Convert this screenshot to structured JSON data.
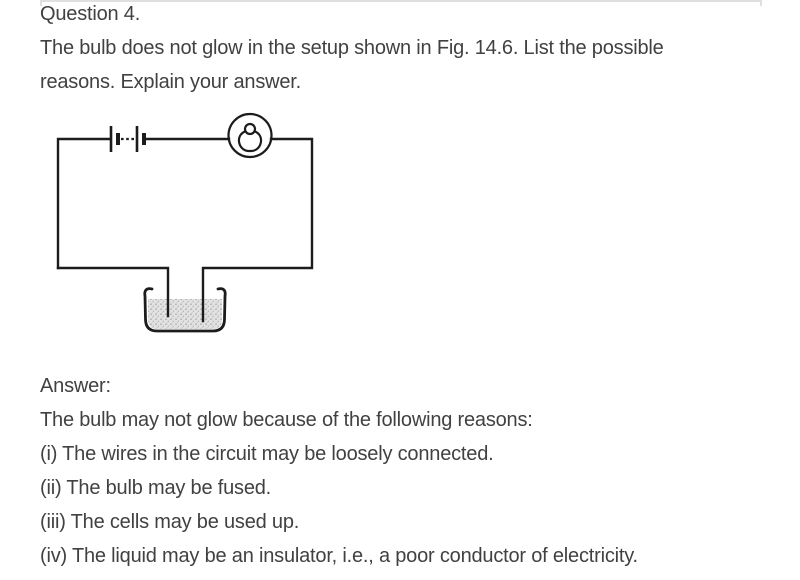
{
  "question": {
    "title": "Question 4.",
    "body_line1": "The bulb does not glow in the setup shown in Fig. 14.6. List the possible",
    "body_line2": "reasons. Explain your answer."
  },
  "figure": {
    "name": "Fig. 14.6",
    "description": "Circuit with two cells and a bulb; the circuit is completed through a liquid in a beaker"
  },
  "answer": {
    "label": "Answer:",
    "intro": "The bulb may not glow because of the following reasons:",
    "reasons": [
      "(i) The wires in the circuit may be loosely connected.",
      "(ii) The bulb may be fused.",
      "(iii) The cells may be used up.",
      "(iv) The liquid may be an insulator, i.e., a poor conductor of electricity."
    ]
  },
  "colors": {
    "text": "#414141",
    "background": "#ffffff",
    "divider": "#e0e0e0",
    "diagram_stroke": "#1c1c1c",
    "liquid_fill": "#d9d9d9"
  }
}
